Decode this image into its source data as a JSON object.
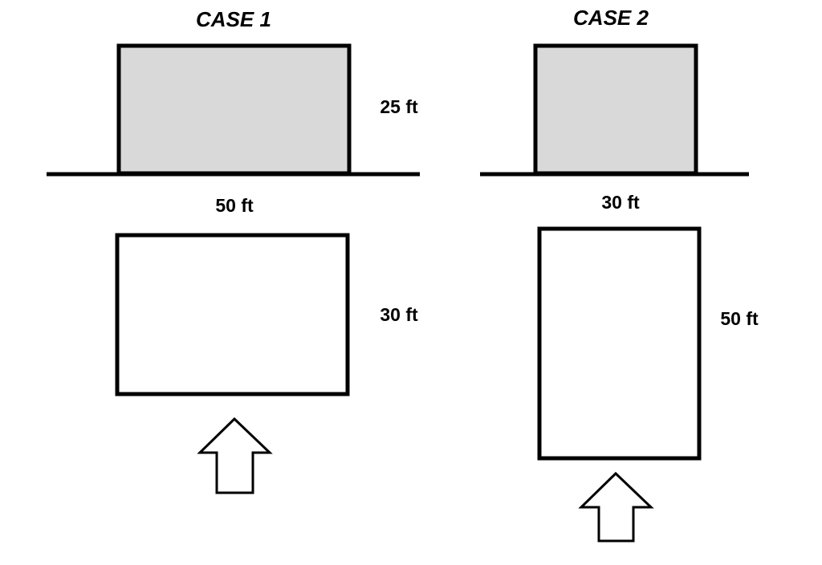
{
  "case1": {
    "title": "CASE 1",
    "elevation_height": "25 ft",
    "plan_width": "50 ft",
    "plan_depth": "30 ft"
  },
  "case2": {
    "title": "CASE 2",
    "plan_width": "30 ft",
    "plan_depth": "50 ft"
  },
  "colors": {
    "building_fill": "#d9d9d9",
    "stroke": "#000000"
  },
  "icons": {
    "wind_direction": "up-arrow-icon"
  }
}
